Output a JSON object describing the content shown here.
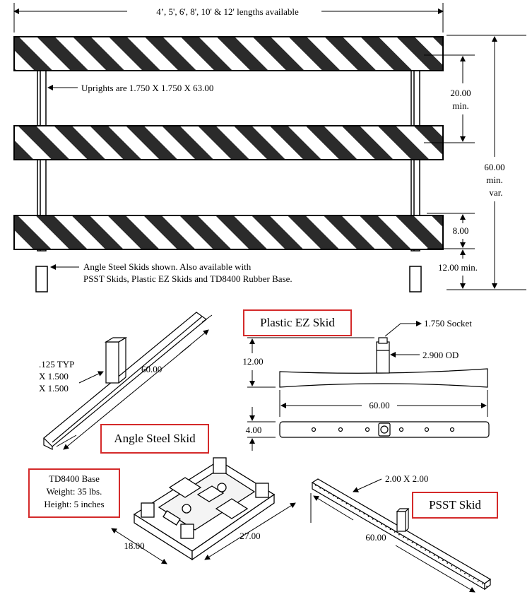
{
  "top": {
    "lengths": "4’, 5', 6', 8', 10' & 12'  lengths available",
    "uprights": "Uprights are 1.750 X 1.750 X 63.00",
    "dim_20_a": "20.00",
    "dim_20_b": "min.",
    "dim_60_a": "60.00",
    "dim_60_b": "min.",
    "dim_60_c": "var.",
    "dim_8": "8.00",
    "dim_12": "12.00 min.",
    "skids_note_1": "Angle Steel Skids shown. Also available with",
    "skids_note_2": "PSST Skids, Plastic EZ Skids and TD8400 Rubber Base."
  },
  "angle_skid": {
    "title": "Angle Steel Skid",
    "typ_1": ".125 TYP",
    "typ_2": "X 1.500",
    "typ_3": "X 1.500",
    "length": "60.00"
  },
  "ez_skid": {
    "title": "Plastic EZ Skid",
    "socket": "1.750 Socket",
    "od": "2.900  OD",
    "height": "12.00",
    "length": "60.00",
    "thickness": "4.00"
  },
  "td8400": {
    "line1": "TD8400 Base",
    "line2": "Weight: 35 lbs.",
    "line3": "Height: 5 inches",
    "dim_a": "18.00",
    "dim_b": "27.00"
  },
  "psst": {
    "title": "PSST Skid",
    "size": "2.00 X 2.00",
    "length": "60.00"
  },
  "colors": {
    "accent_box": "#d42a2a",
    "stripe": "#333333"
  }
}
